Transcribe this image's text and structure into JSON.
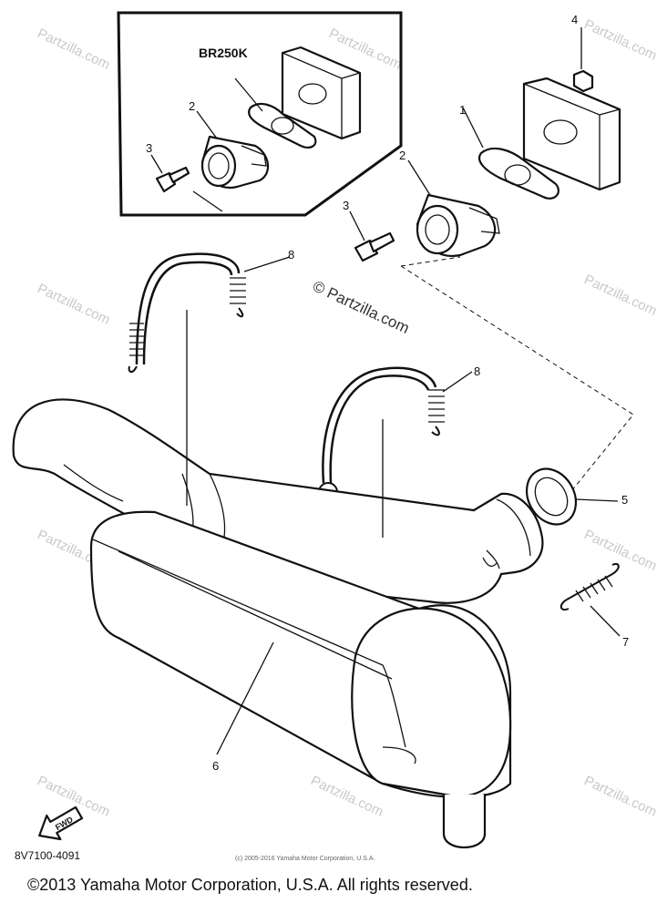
{
  "diagram": {
    "inset_label": "BR250K",
    "callouts": [
      {
        "id": "1",
        "text": "1"
      },
      {
        "id": "2",
        "text": "2"
      },
      {
        "id": "3",
        "text": "3"
      },
      {
        "id": "4",
        "text": "4"
      },
      {
        "id": "5",
        "text": "5"
      },
      {
        "id": "6",
        "text": "6"
      },
      {
        "id": "7",
        "text": "7"
      },
      {
        "id": "8",
        "text": "8"
      }
    ],
    "fwd_label": "FWD",
    "watermark": "© Partzilla.com",
    "watermark_small": "Partzilla.com"
  },
  "footer": {
    "part_code": "8V7100-4091",
    "small_copyright": "(c) 2005-2016 Yamaha Motor Corporation, U.S.A.",
    "copyright": "©2013 Yamaha Motor Corporation, U.S.A. All rights reserved."
  }
}
